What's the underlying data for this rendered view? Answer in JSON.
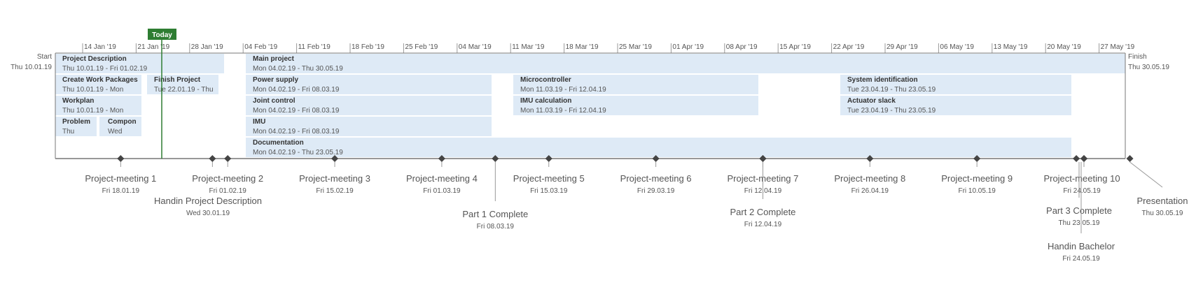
{
  "today_label": "Today",
  "start": {
    "label": "Start",
    "date": "Thu 10.01.19"
  },
  "finish": {
    "label": "Finish",
    "date": "Thu 30.05.19"
  },
  "colors": {
    "bar_fill": "#deeaf6",
    "today": "#2e7d32",
    "line": "#777777",
    "milestone": "#444444"
  },
  "ticks": [
    "14 Jan '19",
    "21 Jan '19",
    "28 Jan '19",
    "04 Feb '19",
    "11 Feb '19",
    "18 Feb '19",
    "25 Feb '19",
    "04 Mar '19",
    "11 Mar '19",
    "18 Mar '19",
    "25 Mar '19",
    "01 Apr '19",
    "08 Apr '19",
    "15 Apr '19",
    "22 Apr '19",
    "29 Apr '19",
    "06 May '19",
    "13 May '19",
    "20 May '19",
    "27 May '19"
  ],
  "tasks": [
    {
      "name": "Project Description",
      "dates": "Thu 10.01.19 - Fri 01.02.19"
    },
    {
      "name": "Create Work Packages",
      "dates": "Thu 10.01.19 - Mon"
    },
    {
      "name": "Workplan",
      "dates": "Thu 10.01.19 - Mon"
    },
    {
      "name": "Problem",
      "dates": "Thu"
    },
    {
      "name": "Compon",
      "dates": "Wed"
    },
    {
      "name": "Finish Project",
      "dates": "Tue 22.01.19 - Thu"
    },
    {
      "name": "Main project",
      "dates": "Mon 04.02.19 - Thu 30.05.19"
    },
    {
      "name": "Power supply",
      "dates": "Mon 04.02.19 - Fri 08.03.19"
    },
    {
      "name": "Joint control",
      "dates": "Mon 04.02.19 - Fri 08.03.19"
    },
    {
      "name": "IMU",
      "dates": "Mon 04.02.19 - Fri 08.03.19"
    },
    {
      "name": "Documentation",
      "dates": "Mon 04.02.19 - Thu 23.05.19"
    },
    {
      "name": "Microcontroller",
      "dates": "Mon 11.03.19 - Fri 12.04.19"
    },
    {
      "name": "IMU calculation",
      "dates": "Mon 11.03.19 - Fri 12.04.19"
    },
    {
      "name": "System identification",
      "dates": "Tue 23.04.19 - Thu 23.05.19"
    },
    {
      "name": "Actuator slack",
      "dates": "Tue 23.04.19 - Thu 23.05.19"
    }
  ],
  "milestones": [
    {
      "name": "Project-meeting 1",
      "date": "Fri 18.01.19"
    },
    {
      "name": "Project-meeting 2",
      "date": "Fri 01.02.19"
    },
    {
      "name": "Handin Project Description",
      "date": "Wed 30.01.19"
    },
    {
      "name": "Project-meeting 3",
      "date": "Fri 15.02.19"
    },
    {
      "name": "Project-meeting 4",
      "date": "Fri 01.03.19"
    },
    {
      "name": "Part 1 Complete",
      "date": "Fri 08.03.19"
    },
    {
      "name": "Project-meeting 5",
      "date": "Fri 15.03.19"
    },
    {
      "name": "Project-meeting 6",
      "date": "Fri 29.03.19"
    },
    {
      "name": "Project-meeting 7",
      "date": "Fri 12.04.19"
    },
    {
      "name": "Part 2 Complete",
      "date": "Fri 12.04.19"
    },
    {
      "name": "Project-meeting 8",
      "date": "Fri 26.04.19"
    },
    {
      "name": "Project-meeting 9",
      "date": "Fri 10.05.19"
    },
    {
      "name": "Project-meeting 10",
      "date": "Fri 24.05.19"
    },
    {
      "name": "Part 3 Complete",
      "date": "Thu 23.05.19"
    },
    {
      "name": "Handin Bachelor",
      "date": "Fri 24.05.19"
    },
    {
      "name": "Presentation",
      "date": "Thu 30.05.19"
    }
  ]
}
